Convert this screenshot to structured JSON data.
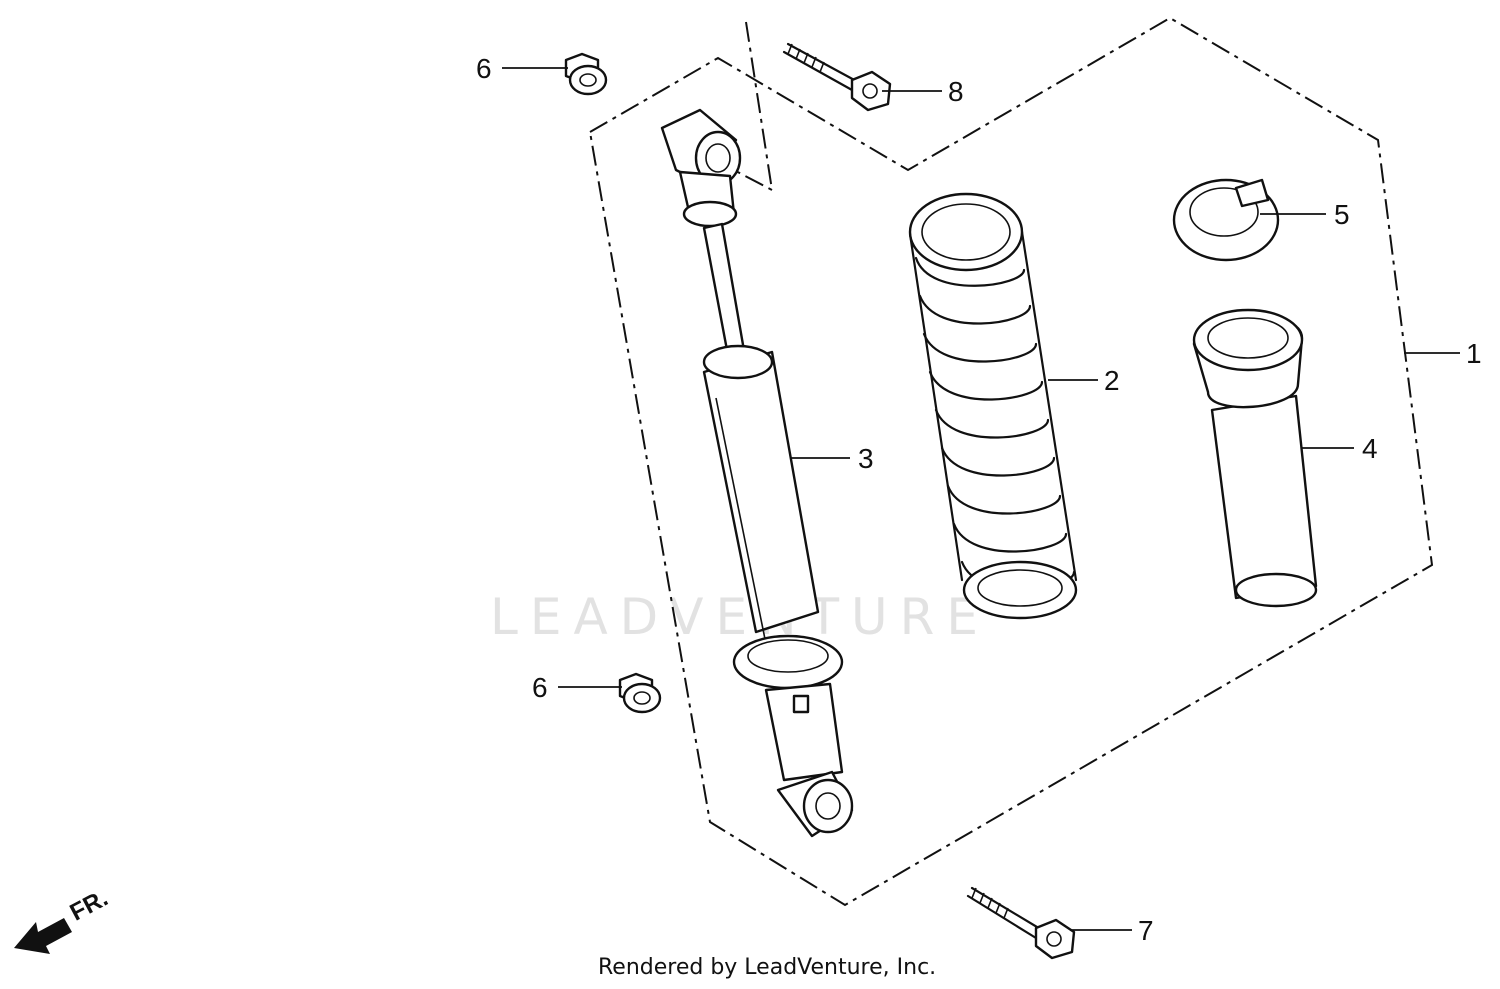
{
  "watermark": "LEADVENTURE",
  "credit": "Rendered by LeadVenture, Inc.",
  "direction_label": "FR.",
  "callouts": [
    "1",
    "2",
    "3",
    "4",
    "5",
    "6",
    "6",
    "7",
    "8"
  ]
}
